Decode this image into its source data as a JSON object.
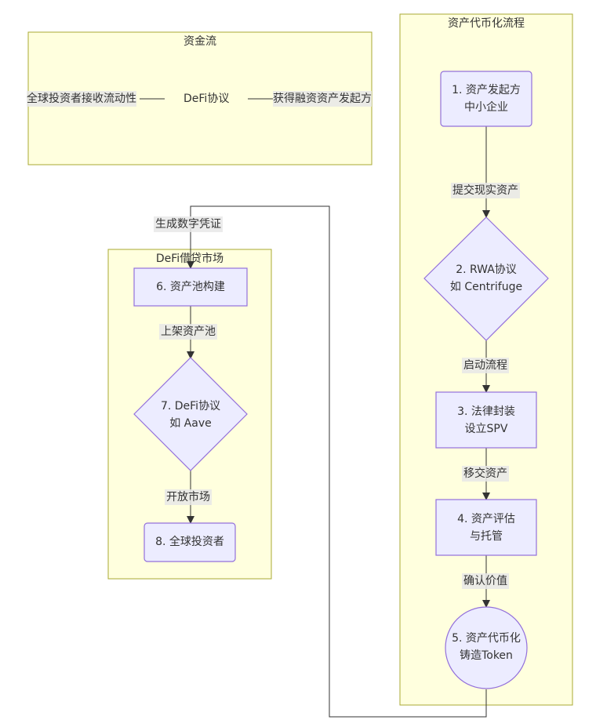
{
  "clusters": {
    "money_flow": "资金流",
    "tokenization": "资产代币化流程",
    "defi_market": "DeFi借贷市场"
  },
  "money_flow": {
    "left": "全球投资者接收流动性",
    "middle": "DeFi协议",
    "right": "获得融资资产发起方"
  },
  "nodes": {
    "n1": [
      "1. 资产发起方",
      "中小企业"
    ],
    "n2": [
      "2. RWA协议",
      "如 Centrifuge"
    ],
    "n3": [
      "3. 法律封装",
      "设立SPV"
    ],
    "n4": [
      "4. 资产评估",
      "与托管"
    ],
    "n5": [
      "5. 资产代币化",
      "铸造Token"
    ],
    "n6": [
      "6. 资产池构建"
    ],
    "n7": [
      "7. DeFi协议",
      "如 Aave"
    ],
    "n8": [
      "8. 全球投资者"
    ]
  },
  "edges": {
    "e1_2": "提交现实资产",
    "e2_3": "启动流程",
    "e3_4": "移交资产",
    "e4_5": "确认价值",
    "e5_6": "生成数字凭证",
    "e6_7": "上架资产池",
    "e7_8": "开放市场"
  },
  "colors": {
    "cluster_fill": "#ffffde",
    "cluster_stroke": "#aaaa33",
    "node_fill": "#ececff",
    "node_stroke": "#9370db",
    "edge": "#333333"
  }
}
